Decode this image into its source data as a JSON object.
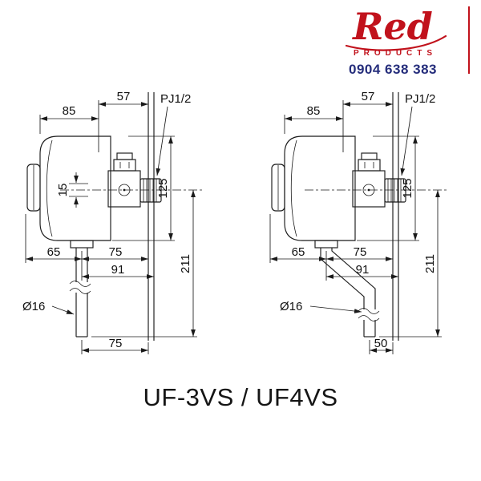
{
  "brand": {
    "name": "Red",
    "tagline": "PRODUCTS",
    "phone": "0904 638 383",
    "accent_color": "#c1121c",
    "phone_color": "#262e7c"
  },
  "title": "UF-3VS / UF4VS",
  "left_diagram": {
    "dim_85": "85",
    "dim_57": "57",
    "thread_label": "PJ1/2",
    "dim_15": "15",
    "dim_125": "125",
    "dim_211": "211",
    "dim_65": "65",
    "dim_75": "75",
    "dim_91": "91",
    "pipe_diameter": "Ø16",
    "dim_bottom": "75"
  },
  "right_diagram": {
    "dim_85": "85",
    "dim_57": "57",
    "thread_label": "PJ1/2",
    "dim_125": "125",
    "dim_211": "211",
    "dim_65": "65",
    "dim_75": "75",
    "dim_91": "91",
    "pipe_diameter": "Ø16",
    "dim_bottom": "50"
  }
}
